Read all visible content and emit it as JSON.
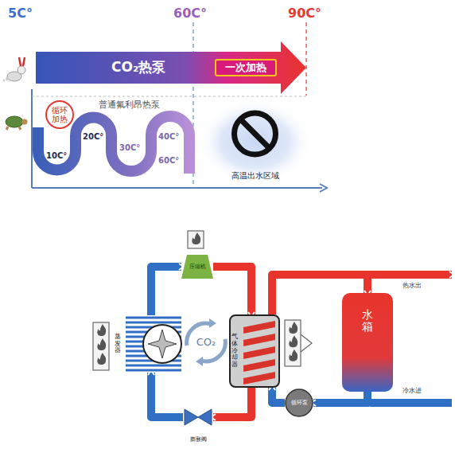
{
  "diagram": {
    "nodes": [
      {
        "text": [
          "CO₂热泵"
        ]
      },
      {
        "text": [
          "一次加热"
        ],
        "in": 0
      },
      {
        "text": [
          "循环加热"
        ]
      },
      {
        "text": [
          "高温出水区域"
        ]
      },
      {
        "text": [
          "压缩机"
        ]
      },
      {
        "text": [
          "蒸发器"
        ]
      },
      {
        "text": [
          "CO₂"
        ]
      },
      {
        "text": [
          "气体冷却器"
        ]
      },
      {
        "text": [
          "水箱"
        ]
      },
      {
        "text": [
          "循环泵"
        ]
      },
      {
        "text": [
          "膨胀阀"
        ]
      }
    ],
    "edges": [
      {
        "from": 4,
        "to": 7,
        "arrow": "to"
      },
      {
        "from": 7,
        "to": 10,
        "arrow": "to"
      },
      {
        "from": 10,
        "to": 5,
        "arrow": "to"
      },
      {
        "from": 5,
        "to": 4,
        "arrow": "to"
      },
      {
        "from": 9,
        "to": 7,
        "arrow": "to"
      },
      {
        "from": 7,
        "to": 8,
        "arrow": "to"
      },
      {
        "from": 8,
        "to": 9,
        "arrow": "to"
      }
    ],
    "labels": [
      "5C°",
      "60C°",
      "90C°",
      "普通氟利昂热泵",
      "20C°",
      "40C°",
      "10C°",
      "30C°",
      "60C°",
      "热水出",
      "冷水进"
    ]
  }
}
